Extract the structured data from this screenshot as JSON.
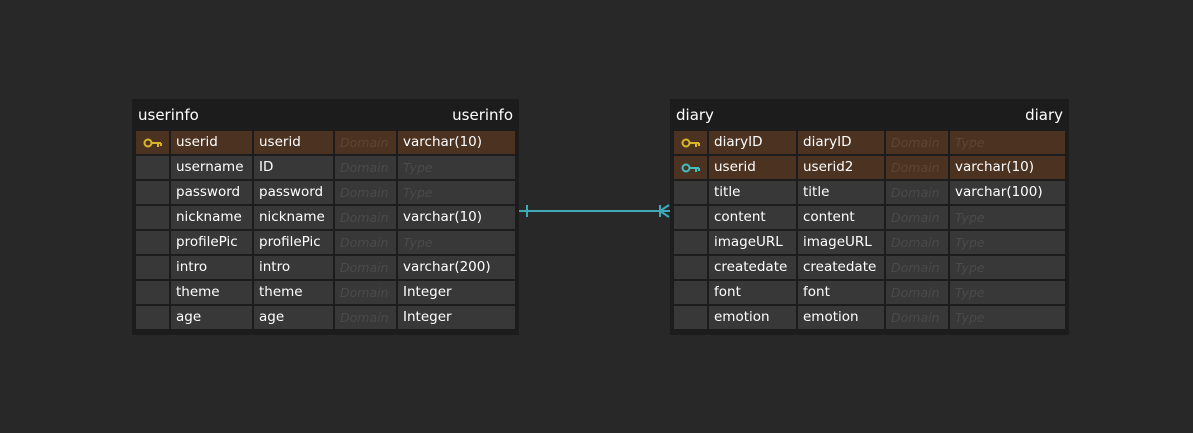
{
  "colors": {
    "background": "#282828",
    "entity_background": "#1c1c1c",
    "cell_background": "#383838",
    "primary_key_row": "#4c3221",
    "primary_key_icon": "#d9b628",
    "foreign_key_icon": "#3fbfc0",
    "relationship_line": "#3fa9b7"
  },
  "entities": [
    {
      "id": "userinfo",
      "name": "userinfo",
      "table_name": "userinfo",
      "columns": [
        {
          "name": "userid",
          "comment": "userid",
          "domain": "Domain",
          "type": "varchar(10)",
          "key": "primary",
          "type_placeholder": false
        },
        {
          "name": "username",
          "comment": "ID",
          "domain": "Domain",
          "type": "Type",
          "key": "",
          "type_placeholder": true
        },
        {
          "name": "password",
          "comment": "password",
          "domain": "Domain",
          "type": "Type",
          "key": "",
          "type_placeholder": true
        },
        {
          "name": "nickname",
          "comment": "nickname",
          "domain": "Domain",
          "type": "varchar(10)",
          "key": "",
          "type_placeholder": false
        },
        {
          "name": "profilePic",
          "comment": "profilePic",
          "domain": "Domain",
          "type": "Type",
          "key": "",
          "type_placeholder": true
        },
        {
          "name": "intro",
          "comment": "intro",
          "domain": "Domain",
          "type": "varchar(200)",
          "key": "",
          "type_placeholder": false
        },
        {
          "name": "theme",
          "comment": "theme",
          "domain": "Domain",
          "type": "Integer",
          "key": "",
          "type_placeholder": false
        },
        {
          "name": "age",
          "comment": "age",
          "domain": "Domain",
          "type": "Integer",
          "key": "",
          "type_placeholder": false
        }
      ]
    },
    {
      "id": "diary",
      "name": "diary",
      "table_name": "diary",
      "columns": [
        {
          "name": "diaryID",
          "comment": "diaryID",
          "domain": "Domain",
          "type": "Type",
          "key": "primary",
          "type_placeholder": true
        },
        {
          "name": "userid",
          "comment": "userid2",
          "domain": "Domain",
          "type": "varchar(10)",
          "key": "primary-foreign",
          "type_placeholder": false
        },
        {
          "name": "title",
          "comment": "title",
          "domain": "Domain",
          "type": "varchar(100)",
          "key": "",
          "type_placeholder": false
        },
        {
          "name": "content",
          "comment": "content",
          "domain": "Domain",
          "type": "Type",
          "key": "",
          "type_placeholder": true
        },
        {
          "name": "imageURL",
          "comment": "imageURL",
          "domain": "Domain",
          "type": "Type",
          "key": "",
          "type_placeholder": true
        },
        {
          "name": "createdate",
          "comment": "createdate",
          "domain": "Domain",
          "type": "Type",
          "key": "",
          "type_placeholder": true
        },
        {
          "name": "font",
          "comment": "font",
          "domain": "Domain",
          "type": "Type",
          "key": "",
          "type_placeholder": true
        },
        {
          "name": "emotion",
          "comment": "emotion",
          "domain": "Domain",
          "type": "Type",
          "key": "",
          "type_placeholder": true
        }
      ]
    }
  ],
  "relationships": [
    {
      "from": "userinfo",
      "to": "diary",
      "from_cardinality": "one",
      "to_cardinality": "many"
    }
  ]
}
